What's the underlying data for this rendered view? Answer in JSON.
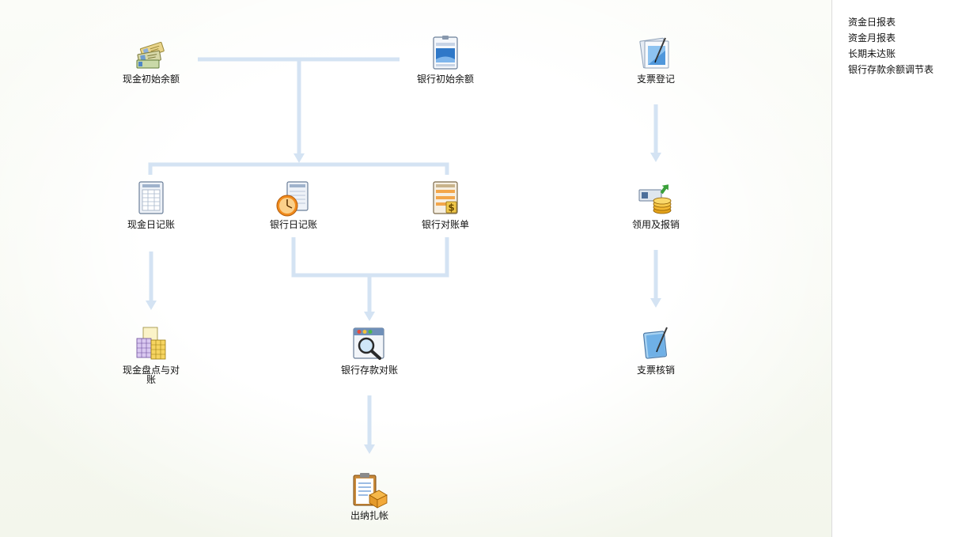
{
  "flow": {
    "nodes": [
      {
        "id": "cash_initial",
        "label": "现金初始余额",
        "icon": "cash-tickets-icon"
      },
      {
        "id": "bank_initial",
        "label": "银行初始余额",
        "icon": "bank-document-icon"
      },
      {
        "id": "check_register",
        "label": "支票登记",
        "icon": "check-pen-icon"
      },
      {
        "id": "cash_journal",
        "label": "现金日记账",
        "icon": "ledger-form-icon"
      },
      {
        "id": "bank_journal",
        "label": "银行日记账",
        "icon": "ledger-clock-icon"
      },
      {
        "id": "bank_statement",
        "label": "银行对账单",
        "icon": "statement-dollar-icon"
      },
      {
        "id": "collect_reimburse",
        "label": "领用及报销",
        "icon": "money-coins-icon"
      },
      {
        "id": "cash_count",
        "label": "现金盘点与对账",
        "icon": "spreadsheets-icon"
      },
      {
        "id": "bank_reconcile",
        "label": "银行存款对账",
        "icon": "magnifier-window-icon"
      },
      {
        "id": "check_writeoff",
        "label": "支票核销",
        "icon": "notebook-pen-icon"
      },
      {
        "id": "cashier_close",
        "label": "出纳扎帐",
        "icon": "clipboard-box-icon"
      }
    ]
  },
  "reports": {
    "items": [
      {
        "label": "资金日报表"
      },
      {
        "label": "资金月报表"
      },
      {
        "label": "长期未达账"
      },
      {
        "label": "银行存款余额调节表"
      }
    ]
  },
  "colors": {
    "connector": "#d4e3f3",
    "text": "#111111"
  }
}
